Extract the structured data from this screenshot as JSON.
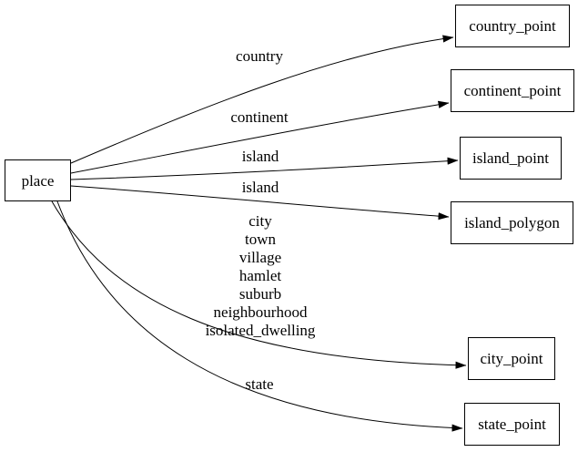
{
  "diagram": {
    "type": "directed-graph",
    "background_color": "#ffffff",
    "node_border_color": "#000000",
    "node_fill_color": "#ffffff",
    "edge_color": "#000000",
    "text_color": "#000000",
    "nodes": [
      {
        "id": "place",
        "label": "place"
      },
      {
        "id": "country_point",
        "label": "country_point"
      },
      {
        "id": "continent_point",
        "label": "continent_point"
      },
      {
        "id": "island_point",
        "label": "island_point"
      },
      {
        "id": "island_polygon",
        "label": "island_polygon"
      },
      {
        "id": "city_point",
        "label": "city_point"
      },
      {
        "id": "state_point",
        "label": "state_point"
      }
    ],
    "edges": [
      {
        "from": "place",
        "to": "country_point",
        "label": "country"
      },
      {
        "from": "place",
        "to": "continent_point",
        "label": "continent"
      },
      {
        "from": "place",
        "to": "island_point",
        "label": "island"
      },
      {
        "from": "place",
        "to": "island_polygon",
        "label": "island"
      },
      {
        "from": "place",
        "to": "city_point",
        "label": "city\ntown\nvillage\nhamlet\nsuburb\nneighbourhood\nisolated_dwelling"
      },
      {
        "from": "place",
        "to": "state_point",
        "label": "state"
      }
    ]
  }
}
